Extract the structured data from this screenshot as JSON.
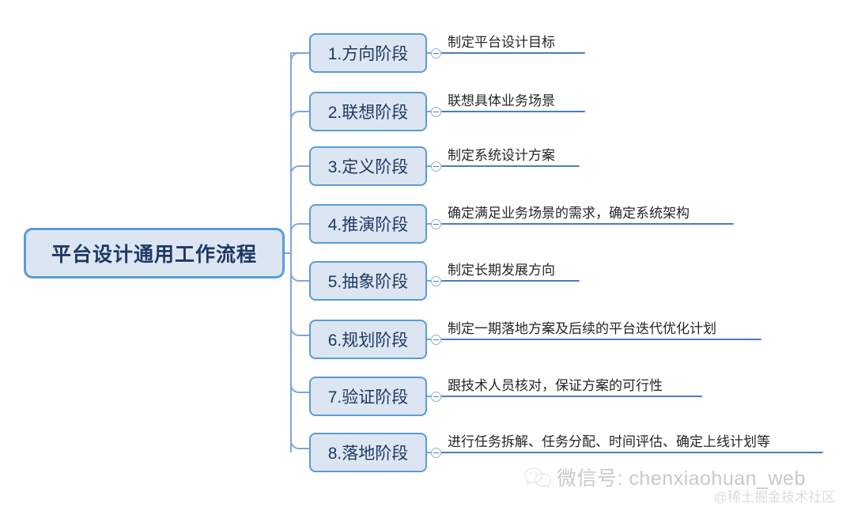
{
  "diagram": {
    "type": "mind-map",
    "root": {
      "label": "平台设计通用工作流程"
    },
    "branches": [
      {
        "stage_label": "1.方向阶段",
        "leaf_text": "制定平台设计目标",
        "toggle_icon": "collapse-minus-icon"
      },
      {
        "stage_label": "2.联想阶段",
        "leaf_text": "联想具体业务场景",
        "toggle_icon": "collapse-minus-icon"
      },
      {
        "stage_label": "3.定义阶段",
        "leaf_text": "制定系统设计方案",
        "toggle_icon": "collapse-minus-icon"
      },
      {
        "stage_label": "4.推演阶段",
        "leaf_text": "确定满足业务场景的需求，确定系统架构",
        "toggle_icon": "collapse-minus-icon"
      },
      {
        "stage_label": "5.抽象阶段",
        "leaf_text": "制定长期发展方向",
        "toggle_icon": "collapse-minus-icon"
      },
      {
        "stage_label": "6.规划阶段",
        "leaf_text": "制定一期落地方案及后续的平台迭代优化计划",
        "toggle_icon": "collapse-minus-icon"
      },
      {
        "stage_label": "7.验证阶段",
        "leaf_text": "跟技术人员核对，保证方案的可行性",
        "toggle_icon": "collapse-minus-icon"
      },
      {
        "stage_label": "8.落地阶段",
        "leaf_text": "进行任务拆解、任务分配、时间评估、确定上线计划等",
        "toggle_icon": "collapse-minus-icon"
      }
    ]
  },
  "watermark": {
    "icon": "wechat-bubble-icon",
    "main_text": "微信号: chenxiaohuan_web",
    "sub_text": "@稀土掘金技术社区"
  },
  "colors": {
    "node_fill": "#dce6f2",
    "node_border": "#5b9bd5",
    "node_text": "#1f3864",
    "connector": "#7da7d9",
    "leaf_underline": "#4a7ebb",
    "leaf_text": "#262626",
    "background": "#ffffff"
  }
}
